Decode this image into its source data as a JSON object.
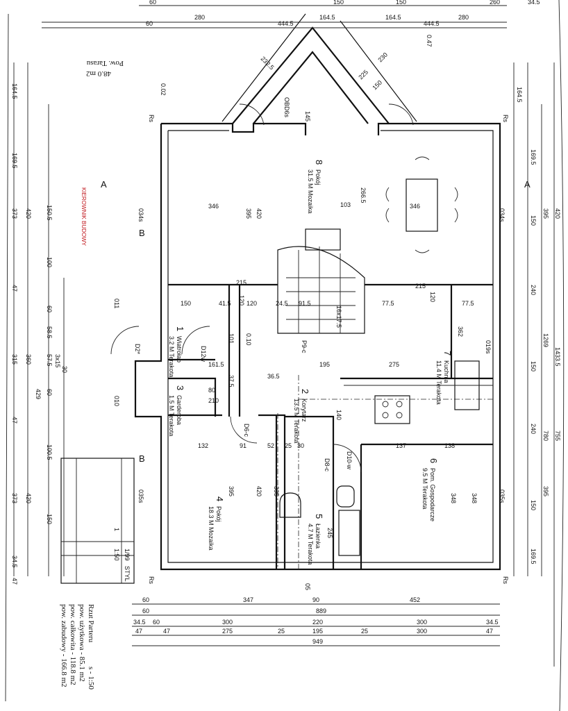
{
  "terrace": {
    "label": "Pow. Tarasu",
    "area": "48.0 m2"
  },
  "rooms": [
    {
      "num": "1",
      "name": "Wiatrołap",
      "area": "3.2 M Terakota"
    },
    {
      "num": "2",
      "name": "Korytarz",
      "area": "13.5 M Terakota"
    },
    {
      "num": "3",
      "name": "Garderoba",
      "area": "1.5 M Terakota"
    },
    {
      "num": "4",
      "name": "Pokój",
      "area": "18.3 M Mozaika"
    },
    {
      "num": "5",
      "name": "Łazienka",
      "area": "4.7 M Terakota"
    },
    {
      "num": "6",
      "name": "Pom. Gospodarcze",
      "area": "9.5 M Terakota"
    },
    {
      "num": "7",
      "name": "Kuchnia",
      "area": "11.4 M Terakota"
    },
    {
      "num": "8",
      "name": "Pokój",
      "area": "31.5 M Mozaika"
    }
  ],
  "summary": {
    "title": "Rzut Parteru",
    "scale": "s - 1:50",
    "usable": "pow. użytkowa - 85.1 m2",
    "total": "pow. całkowita - 118.8 m2",
    "built": "pow. zabudowy - 166.8 m2"
  },
  "stamp_red": "KIEROWNIK BUDOWY",
  "title_block": {
    "project_no": "1/99",
    "stage": "STYL",
    "scale": "1:50",
    "sheet": "1"
  },
  "markers": [
    "D2*",
    "D12w",
    "D6-c",
    "D8-c",
    "D10-w",
    "011",
    "010",
    "019s",
    "034s",
    "034s",
    "035s",
    "035s",
    "05",
    "Rs",
    "Rs",
    "Rs",
    "Rs",
    "0.02",
    "0.10",
    "0.47",
    "16x17.5",
    "P9-c",
    "3x15",
    "30",
    "OBD6s",
    "A",
    "A",
    "B",
    "B",
    "80",
    "210"
  ],
  "dims": {
    "top1": [
      "60",
      "150",
      "150",
      "260",
      "34.5"
    ],
    "top2": [
      "280",
      "164.5",
      "164.5",
      "280"
    ],
    "top3": [
      "60",
      "444.5",
      "444.5"
    ],
    "bottom1": [
      "60",
      "347",
      "90",
      "452"
    ],
    "bottom2": [
      "60",
      "889"
    ],
    "bottom3": [
      "34.5",
      "60",
      "300",
      "220",
      "300",
      "34.5"
    ],
    "bottom4": [
      "47",
      "47",
      "275",
      "25",
      "195",
      "25",
      "300",
      "47"
    ],
    "bottom5": [
      "949"
    ],
    "left": [
      "164.5",
      "169.5",
      "420",
      "150.5",
      "100",
      "47",
      "60",
      "58.5",
      "57.5",
      "60",
      "47",
      "100.5",
      "420",
      "150",
      "373",
      "373",
      "34.5",
      "47",
      "315",
      "360",
      "429"
    ],
    "right": [
      "164.5",
      "169.5",
      "150",
      "240",
      "150",
      "240",
      "150",
      "169.5",
      "1433.5",
      "1269",
      "780",
      "755",
      "395",
      "420",
      "395"
    ],
    "interior": [
      "346",
      "103",
      "346",
      "266.5",
      "215",
      "215",
      "120",
      "120",
      "150",
      "41.5",
      "120",
      "24.5",
      "91.5",
      "77.5",
      "77.5",
      "161.5",
      "195",
      "275",
      "36.5",
      "132",
      "91",
      "52",
      "25",
      "30",
      "137",
      "138",
      "348",
      "348",
      "362",
      "395",
      "420",
      "395",
      "245",
      "140",
      "101",
      "37.5",
      "145",
      "232.5",
      "225",
      "150",
      "230",
      "395",
      "420"
    ]
  }
}
